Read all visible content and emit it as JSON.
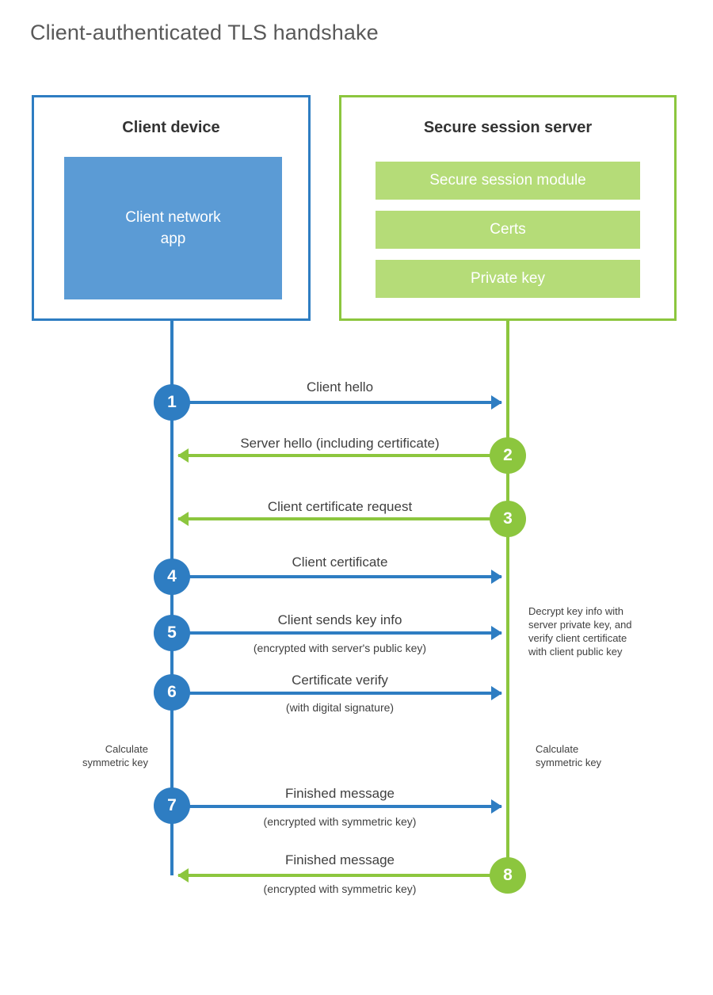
{
  "title": "Client-authenticated TLS handshake",
  "colors": {
    "client_accent": "#2E7DC2",
    "server_accent": "#8CC63E",
    "client_app_fill": "#5B9BD5",
    "server_block_fill": "#B5DC78",
    "title_text": "#595959",
    "body_text": "#404040",
    "background": "#FFFFFF"
  },
  "actors": {
    "client": {
      "title": "Client device",
      "components": [
        "Client network\napp"
      ]
    },
    "server": {
      "title": "Secure session server",
      "components": [
        "Secure session module",
        "Certs",
        "Private key"
      ]
    }
  },
  "steps": [
    {
      "number": "1",
      "label": "Client hello",
      "sublabel": "",
      "direction": "client-to-server"
    },
    {
      "number": "2",
      "label": "Server hello (including certificate)",
      "sublabel": "",
      "direction": "server-to-client"
    },
    {
      "number": "3",
      "label": "Client certificate request",
      "sublabel": "",
      "direction": "server-to-client"
    },
    {
      "number": "4",
      "label": "Client certificate",
      "sublabel": "",
      "direction": "client-to-server"
    },
    {
      "number": "5",
      "label": "Client sends key info",
      "sublabel": "(encrypted with server's public key)",
      "direction": "client-to-server"
    },
    {
      "number": "6",
      "label": "Certificate verify",
      "sublabel": "(with digital signature)",
      "direction": "client-to-server"
    },
    {
      "number": "7",
      "label": "Finished message",
      "sublabel": "(encrypted with symmetric key)",
      "direction": "client-to-server"
    },
    {
      "number": "8",
      "label": "Finished message",
      "sublabel": "(encrypted with symmetric key)",
      "direction": "server-to-client"
    }
  ],
  "notes": {
    "server_decrypt": "Decrypt key info with\nserver private key, and\nverify client certificate\nwith client public key",
    "client_calculate": "Calculate\nsymmetric key",
    "server_calculate": "Calculate\nsymmetric key"
  }
}
